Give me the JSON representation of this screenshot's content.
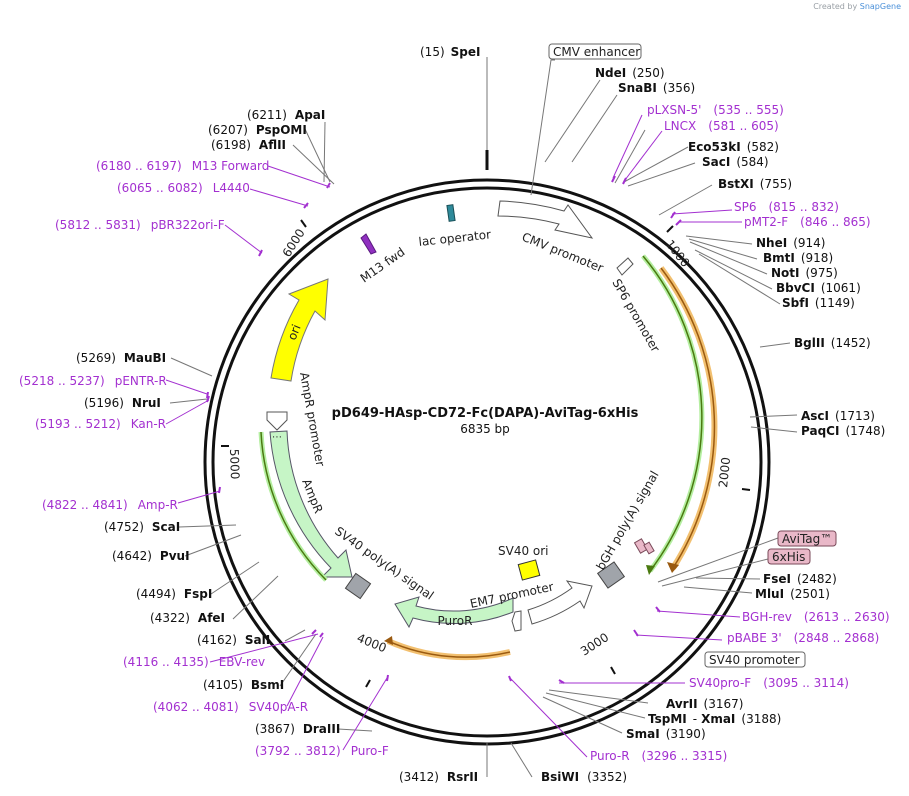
{
  "credit": {
    "prefix": "Created by",
    "brand": "SnapGene"
  },
  "map": {
    "name": "pD649-HAsp-CD72-Fc(DAPA)-AviTag-6xHis",
    "length": "6835 bp"
  },
  "ticks": [
    "1000",
    "2000",
    "3000",
    "4000",
    "5000",
    "6000"
  ],
  "enzymes": [
    {
      "name": "SpeI",
      "pos": "(15)"
    },
    {
      "name": "NdeI",
      "pos": "(250)"
    },
    {
      "name": "SnaBI",
      "pos": "(356)"
    },
    {
      "name": "Eco53kI",
      "pos": "(582)"
    },
    {
      "name": "SacI",
      "pos": "(584)"
    },
    {
      "name": "BstXI",
      "pos": "(755)"
    },
    {
      "name": "NheI",
      "pos": "(914)"
    },
    {
      "name": "BmtI",
      "pos": "(918)"
    },
    {
      "name": "NotI",
      "pos": "(975)"
    },
    {
      "name": "BbvCI",
      "pos": "(1061)"
    },
    {
      "name": "SbfI",
      "pos": "(1149)"
    },
    {
      "name": "BglII",
      "pos": "(1452)"
    },
    {
      "name": "AscI",
      "pos": "(1713)"
    },
    {
      "name": "PaqCI",
      "pos": "(1748)"
    },
    {
      "name": "FseI",
      "pos": "(2482)"
    },
    {
      "name": "MluI",
      "pos": "(2501)"
    },
    {
      "name": "AvrII",
      "pos": "(3167)"
    },
    {
      "name": "TspMI",
      "pos": ""
    },
    {
      "name": "XmaI",
      "pos": "(3188)"
    },
    {
      "name": "SmaI",
      "pos": "(3190)"
    },
    {
      "name": "BsiWI",
      "pos": "(3352)"
    },
    {
      "name": "RsrII",
      "pos": "(3412)"
    },
    {
      "name": "DraIII",
      "pos": "(3867)"
    },
    {
      "name": "BsmI",
      "pos": "(4105)"
    },
    {
      "name": "SalI",
      "pos": "(4162)"
    },
    {
      "name": "AfeI",
      "pos": "(4322)"
    },
    {
      "name": "FspI",
      "pos": "(4494)"
    },
    {
      "name": "PvuI",
      "pos": "(4642)"
    },
    {
      "name": "ScaI",
      "pos": "(4752)"
    },
    {
      "name": "NruI",
      "pos": "(5196)"
    },
    {
      "name": "MauBI",
      "pos": "(5269)"
    },
    {
      "name": "AflII",
      "pos": "(6198)"
    },
    {
      "name": "PspOMI",
      "pos": "(6207)"
    },
    {
      "name": "ApaI",
      "pos": "(6211)"
    }
  ],
  "primers": [
    {
      "name": "LNCX",
      "range": "(581 .. 605)"
    },
    {
      "name": "pLXSN-5'",
      "range": "(535 .. 555)"
    },
    {
      "name": "SP6",
      "range": "(815 .. 832)"
    },
    {
      "name": "pMT2-F",
      "range": "(846 .. 865)"
    },
    {
      "name": "BGH-rev",
      "range": "(2613 .. 2630)"
    },
    {
      "name": "pBABE 3'",
      "range": "(2848 .. 2868)"
    },
    {
      "name": "SV40pro-F",
      "range": "(3095 .. 3114)"
    },
    {
      "name": "Puro-R",
      "range": "(3296 .. 3315)"
    },
    {
      "name": "Puro-F",
      "range": "(3792 .. 3812)"
    },
    {
      "name": "SV40pA-R",
      "range": "(4062 .. 4081)"
    },
    {
      "name": "EBV-rev",
      "range": "(4116 .. 4135)"
    },
    {
      "name": "Amp-R",
      "range": "(4822 .. 4841)"
    },
    {
      "name": "Kan-R",
      "range": "(5193 .. 5212)"
    },
    {
      "name": "pENTR-R",
      "range": "(5218 .. 5237)"
    },
    {
      "name": "pBR322ori-F",
      "range": "(5812 .. 5831)"
    },
    {
      "name": "L4440",
      "range": "(6065 .. 6082)"
    },
    {
      "name": "M13 Forward",
      "range": "(6180 .. 6197)"
    }
  ],
  "features": {
    "cmv_enhancer": "CMV enhancer",
    "cmv_promoter": "CMV promoter",
    "sp6_promoter": "SP6 promoter",
    "lac_operator": "lac operator",
    "m13_fwd": "M13 fwd",
    "ori": "ori",
    "ampr_promoter": "AmpR promoter",
    "ampr": "AmpR",
    "sv40_polya": "SV40 poly(A) signal",
    "puror": "PuroR",
    "em7_promoter": "EM7 promoter",
    "sv40_ori": "SV40 ori",
    "bgh_polya": "bGH poly(A) signal",
    "avitag": "AviTag™",
    "sixhis": "6xHis",
    "sv40_promoter": "SV40 promoter"
  },
  "colors": {
    "backbone": "#111111",
    "enzyme_text": "#111111",
    "primer": "#a330d0",
    "promoter_fill": "#ffffff",
    "ori_fill": "#ffff00",
    "marker_fill": "#c6f5c6",
    "insert_stroke": "#e8a040",
    "insert_inner": "#8ab820",
    "polya_fill": "#a0a4aa",
    "tag_fill": "#e9b8c8"
  }
}
